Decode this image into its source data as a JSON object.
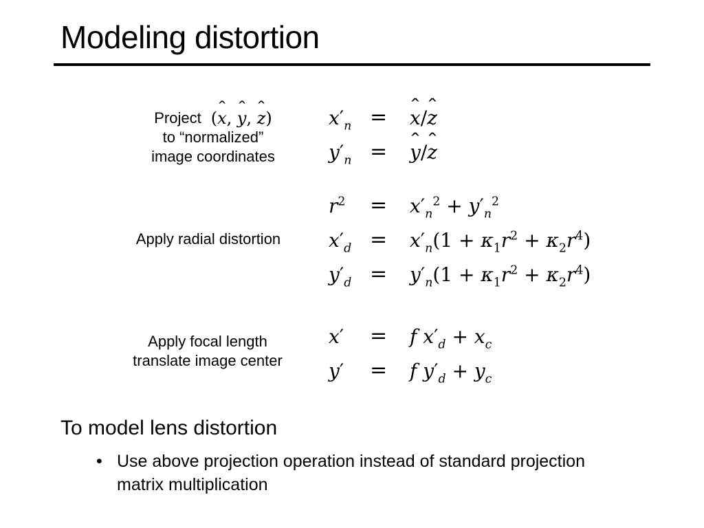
{
  "slide": {
    "title": "Modeling distortion",
    "labels": {
      "project_word": "Project",
      "project_line2": "to “normalized”",
      "project_line3": "image coordinates",
      "radial": "Apply radial distortion",
      "focal_line1": "Apply focal length",
      "focal_line2": "translate image center"
    },
    "bottom": {
      "heading": "To model lens distortion",
      "bullet_marker": "•",
      "bullet_text": "Use above projection operation instead of standard projection matrix multiplication"
    }
  },
  "math": {
    "equals": "=",
    "project_tuple": "(x̂, ŷ, ẑ)",
    "project_equations": [
      {
        "lhs": "x′_n",
        "rhs": "x̂ / ẑ"
      },
      {
        "lhs": "y′_n",
        "rhs": "ŷ / ẑ"
      }
    ],
    "radial_equations": [
      {
        "lhs": "r^2",
        "rhs": "x′_n^2 + y′_n^2"
      },
      {
        "lhs": "x′_d",
        "rhs": "x′_n(1 + κ_1 r^2 + κ_2 r^4)"
      },
      {
        "lhs": "y′_d",
        "rhs": "y′_n(1 + κ_1 r^2 + κ_2 r^4)"
      }
    ],
    "focal_equations": [
      {
        "lhs": "x′",
        "rhs": "f x′_d + x_c"
      },
      {
        "lhs": "y′",
        "rhs": "f y′_d + y_c"
      }
    ]
  }
}
